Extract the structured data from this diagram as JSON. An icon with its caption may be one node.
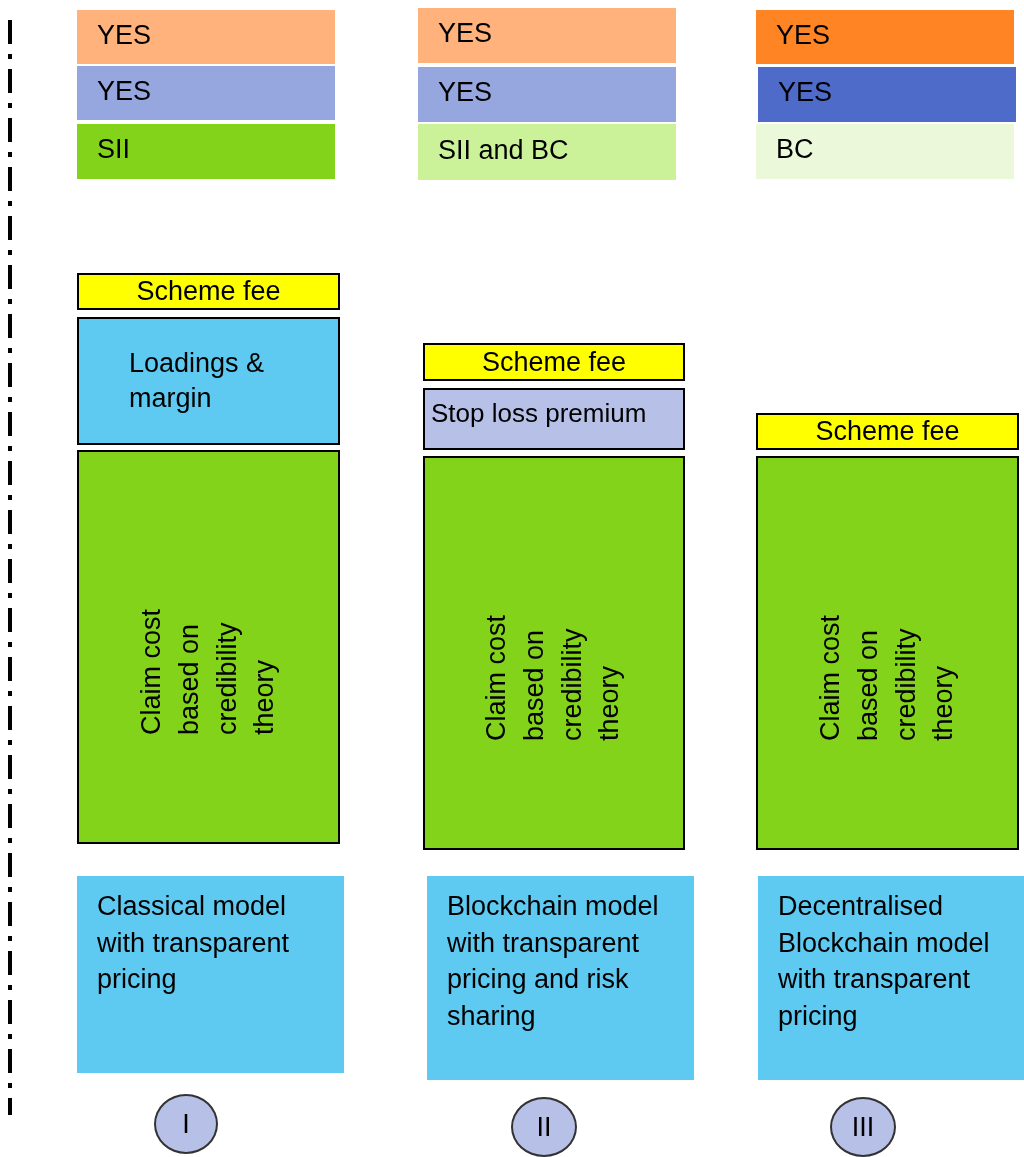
{
  "diagram": {
    "nodes": [
      {
        "text": [
          "YES"
        ]
      },
      {
        "text": [
          "YES"
        ]
      },
      {
        "text": [
          "YES"
        ]
      },
      {
        "text": [
          "YES"
        ]
      },
      {
        "text": [
          "YES"
        ]
      },
      {
        "text": [
          "YES"
        ]
      },
      {
        "text": [
          "SII"
        ]
      },
      {
        "text": [
          "SII and BC"
        ]
      },
      {
        "text": [
          "BC"
        ]
      },
      {
        "text": [
          "Scheme fee"
        ]
      },
      {
        "text": [
          "Loadings & margin"
        ]
      },
      {
        "text": [
          "Scheme fee"
        ]
      },
      {
        "text": [
          "Stop loss premium"
        ]
      },
      {
        "text": [
          "Scheme fee"
        ]
      },
      {
        "text": [
          "Claim cost based on credibility theory"
        ]
      },
      {
        "text": [
          "Claim cost based on credibility theory"
        ]
      },
      {
        "text": [
          "Claim cost based on credibility theory"
        ]
      },
      {
        "text": [
          "Classical model with transparent pricing"
        ]
      },
      {
        "text": [
          "Blockchain model with transparent pricing and risk sharing"
        ]
      },
      {
        "text": [
          "Decentralised Blockchain model with transparent pricing"
        ]
      },
      {
        "text": [
          "I"
        ]
      },
      {
        "text": [
          "II"
        ]
      },
      {
        "text": [
          "III"
        ]
      }
    ],
    "edges": []
  }
}
